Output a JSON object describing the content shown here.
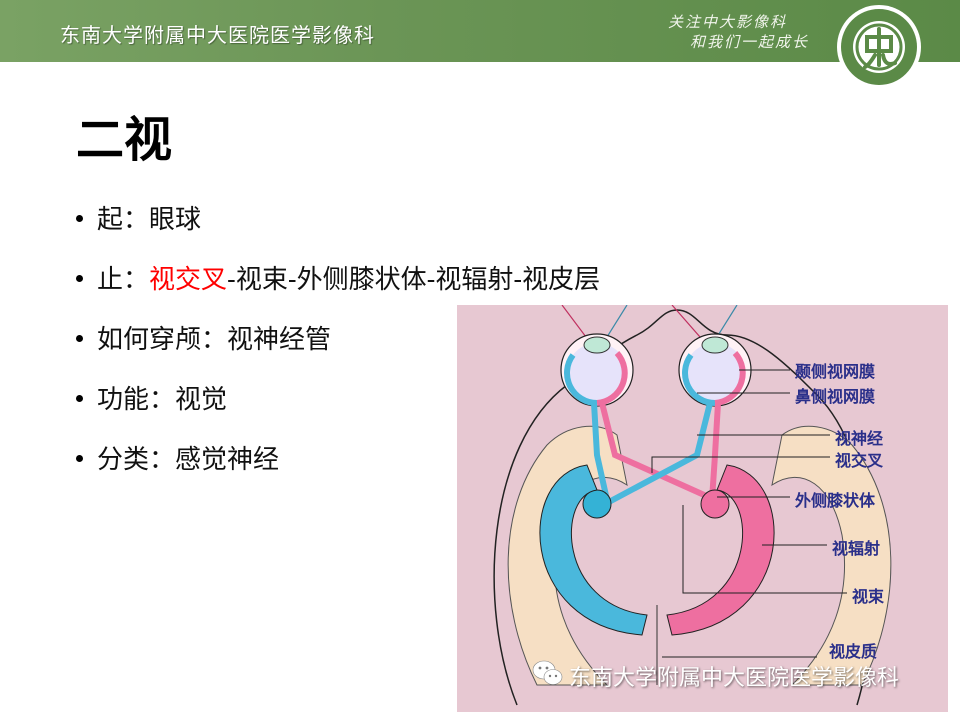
{
  "header": {
    "title": "东南大学附属中大医院医学影像科",
    "slogan_line1": "关注中大影像科",
    "slogan_line2": "和我们一起成长",
    "logo_icon": "hospital-seal-logo",
    "colors": {
      "bar": "#6b9556",
      "text": "#ffffff"
    }
  },
  "slide": {
    "title": "二视",
    "bullets": [
      {
        "label": "起：",
        "value": "眼球"
      },
      {
        "label": "止：",
        "highlight": "视交叉",
        "value": "-视束-外侧膝状体-视辐射-视皮层"
      },
      {
        "label": "如何穿颅：",
        "value": "视神经管"
      },
      {
        "label": "功能：",
        "value": "视觉"
      },
      {
        "label": "分类：",
        "value": "感觉神经"
      }
    ],
    "highlight_color": "#ff0000"
  },
  "figure": {
    "labels": [
      "颞侧视网膜",
      "鼻侧视网膜",
      "视神经",
      "视交叉",
      "外侧膝状体",
      "视辐射",
      "视束",
      "视皮质"
    ],
    "watermark": "东南大学附属中大医院医学影像科",
    "watermark_icon": "wechat-icon",
    "colors": {
      "background": "#e7c8d2",
      "left_pathway": "#4ab8dc",
      "right_pathway": "#ee6fa0",
      "label": "#2a2f8a",
      "cortex": "#f6dfc4"
    }
  }
}
